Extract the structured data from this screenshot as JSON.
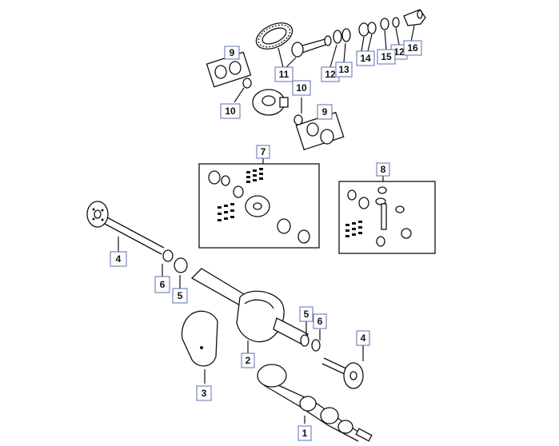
{
  "callouts": [
    {
      "id": "1",
      "label": "1"
    },
    {
      "id": "2",
      "label": "2"
    },
    {
      "id": "3",
      "label": "3"
    },
    {
      "id": "4a",
      "label": "4"
    },
    {
      "id": "4b",
      "label": "4"
    },
    {
      "id": "5a",
      "label": "5"
    },
    {
      "id": "5b",
      "label": "5"
    },
    {
      "id": "6a",
      "label": "6"
    },
    {
      "id": "6b",
      "label": "6"
    },
    {
      "id": "7",
      "label": "7"
    },
    {
      "id": "8",
      "label": "8"
    },
    {
      "id": "9a",
      "label": "9"
    },
    {
      "id": "9b",
      "label": "9"
    },
    {
      "id": "10a",
      "label": "10"
    },
    {
      "id": "10b",
      "label": "10"
    },
    {
      "id": "11",
      "label": "11"
    },
    {
      "id": "12a",
      "label": "12"
    },
    {
      "id": "12b",
      "label": "12"
    },
    {
      "id": "13",
      "label": "13"
    },
    {
      "id": "14",
      "label": "14"
    },
    {
      "id": "15",
      "label": "15"
    },
    {
      "id": "16",
      "label": "16"
    }
  ],
  "colors": {
    "callout_border": "#5b6fb3",
    "line": "#111111",
    "background": "#ffffff"
  }
}
